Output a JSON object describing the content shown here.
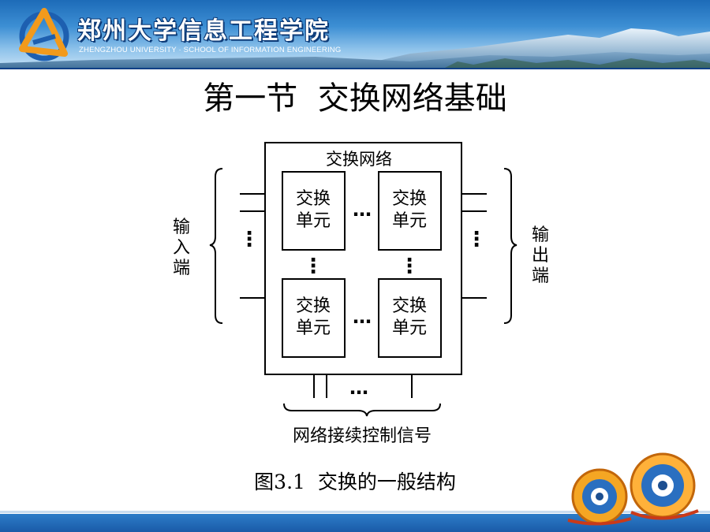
{
  "header": {
    "university_cn": "郑州大学信息工程学院",
    "university_en": "ZHENGZHOU UNIVERSITY · SCHOOL OF INFORMATION ENGINEERING"
  },
  "slide": {
    "title": "第一节  交换网络基础",
    "caption": "图3.1  交换的一般结构"
  },
  "diagram": {
    "network_label": "交换网络",
    "unit_line1": "交换",
    "unit_line2": "单元",
    "input_label": [
      "输",
      "入",
      "端"
    ],
    "output_label": [
      "输",
      "出",
      "端"
    ],
    "control_label": "网络接续控制信号",
    "ellipsis": "…",
    "vertical_ellipsis": "⋮"
  },
  "colors": {
    "banner_dark": "#0f3f86",
    "banner_light": "#c9e3f6",
    "footer": "#1a5ba8",
    "logo_orange": "#f29a1c",
    "logo_blue": "#1d5fb0"
  }
}
